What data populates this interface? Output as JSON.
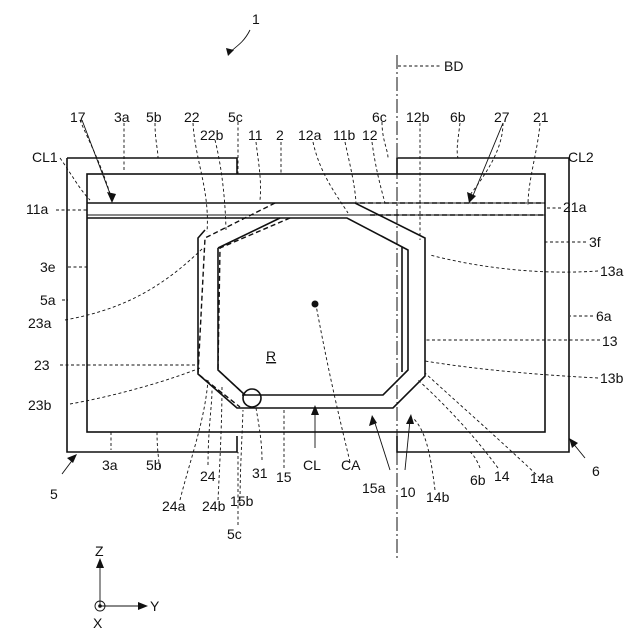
{
  "figure_number": "1",
  "labels": {
    "l_1": "1",
    "l_BD": "BD",
    "l_17": "17",
    "l_3a_top": "3a",
    "l_5b_top": "5b",
    "l_22": "22",
    "l_5c_top": "5c",
    "l_6c": "6c",
    "l_12b": "12b",
    "l_6b_top": "6b",
    "l_27": "27",
    "l_21": "21",
    "l_22b": "22b",
    "l_11": "11",
    "l_2": "2",
    "l_12a": "12a",
    "l_11b": "11b",
    "l_12": "12",
    "l_CL1": "CL1",
    "l_CL2": "CL2",
    "l_11a": "11a",
    "l_21a": "21a",
    "l_3f": "3f",
    "l_3e": "3e",
    "l_13a": "13a",
    "l_5a": "5a",
    "l_6a": "6a",
    "l_23a": "23a",
    "l_13": "13",
    "l_R": "R",
    "l_23": "23",
    "l_13b": "13b",
    "l_23b": "23b",
    "l_5": "5",
    "l_6": "6",
    "l_3a_bot": "3a",
    "l_5b_bot": "5b",
    "l_24": "24",
    "l_31": "31",
    "l_15": "15",
    "l_CL": "CL",
    "l_CA": "CA",
    "l_6b_bot": "6b",
    "l_14": "14",
    "l_14a": "14a",
    "l_15a": "15a",
    "l_10": "10",
    "l_14b": "14b",
    "l_24a": "24a",
    "l_24b": "24b",
    "l_15b": "15b",
    "l_5c_bot": "5c",
    "l_Z": "Z",
    "l_Y": "Y",
    "l_X": "X"
  }
}
